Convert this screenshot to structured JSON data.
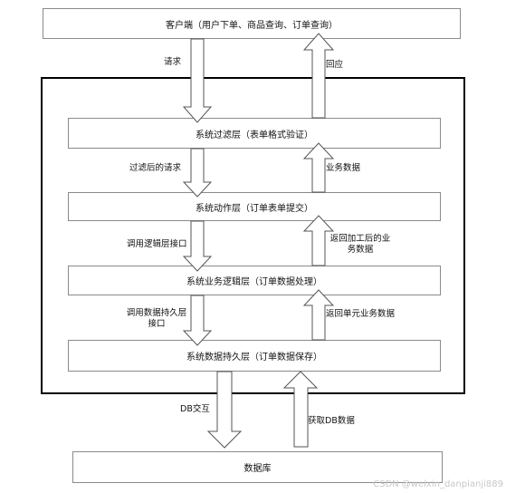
{
  "client": "客户端（用户下单、商品查询、订单查询）",
  "layers": {
    "filter": "系统过滤层（表单格式验证）",
    "action": "系统动作层（订单表单提交）",
    "business": "系统业务逻辑层（订单数据处理）",
    "persistence": "系统数据持久层（订单数据保存）"
  },
  "database": "数据库",
  "labels": {
    "request": "请求",
    "response": "回应",
    "filtered_request": "过滤后的请求",
    "business_data": "业务数据",
    "call_logic_line1": "调用逻辑层接口",
    "return_processed_line1": "返回加工后的业",
    "return_processed_line2": "务数据",
    "call_persist_line1": "调用数据持久层",
    "call_persist_line2": "接口",
    "return_unit_data": "返回单元业务数据",
    "db_interact": "DB交互",
    "fetch_db_data": "获取DB数据"
  },
  "watermark": "CSDN @weixin_danpianji889",
  "colors": {
    "arrow_stroke": "#555555",
    "box_border": "#8a8a8a",
    "frame_border": "#000000"
  }
}
